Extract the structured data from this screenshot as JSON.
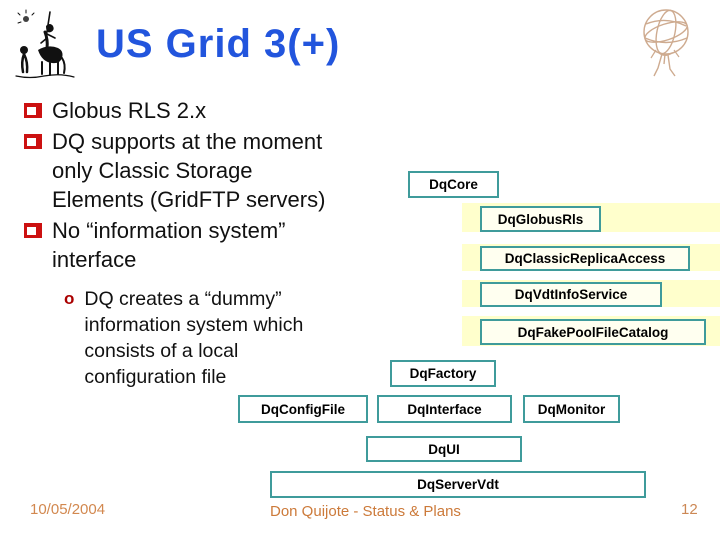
{
  "slide": {
    "title": "US Grid 3(+)",
    "bullets": [
      {
        "marker": "square",
        "text": "Globus RLS 2.x"
      },
      {
        "marker": "square",
        "text": "DQ supports at the moment\nonly Classic Storage\nElements (GridFTP servers)"
      },
      {
        "marker": "square",
        "text": "No “information system”\ninterface"
      }
    ],
    "sub_bullets": [
      {
        "marker": "o",
        "text": "DQ creates a “dummy”\ninformation system which\nconsists of a local\nconfiguration file"
      }
    ],
    "boxes": [
      {
        "id": "core",
        "label": "DqCore"
      },
      {
        "id": "globusrls",
        "label": "DqGlobusRls"
      },
      {
        "id": "classic",
        "label": "DqClassicReplicaAccess"
      },
      {
        "id": "vdtinfo",
        "label": "DqVdtInfoService"
      },
      {
        "id": "fakepool",
        "label": "DqFakePoolFileCatalog"
      },
      {
        "id": "factory",
        "label": "DqFactory"
      },
      {
        "id": "configfile",
        "label": "DqConfigFile"
      },
      {
        "id": "interface",
        "label": "DqInterface"
      },
      {
        "id": "monitor",
        "label": "DqMonitor"
      },
      {
        "id": "ui",
        "label": "DqUI"
      },
      {
        "id": "servervdt",
        "label": "DqServerVdt"
      }
    ],
    "footer": {
      "date": "10/05/2004",
      "center": "Don Quijote - Status & Plans",
      "page": "12"
    },
    "icons": {
      "top_left": "don-quijote-sketch",
      "top_right": "atlas-globe-sketch"
    },
    "colors": {
      "title_blue": "#2255dd",
      "bullet_red": "#cc1111",
      "band_yellow": "#ffffcc",
      "box_border_teal": "#3f9b9b",
      "box_fill_ivory": "#fffff0",
      "footer_orange": "#cc7a3a"
    }
  }
}
